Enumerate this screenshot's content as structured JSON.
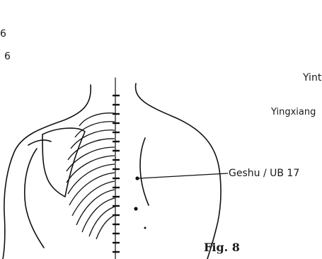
{
  "edge_fragments": {
    "line1": "6",
    "line2": "6"
  },
  "labels": {
    "yint": "Yint",
    "yingxiang": "Yingxiang",
    "geshu": "Geshu / UB 17"
  },
  "figure_caption": "Fig. 8"
}
